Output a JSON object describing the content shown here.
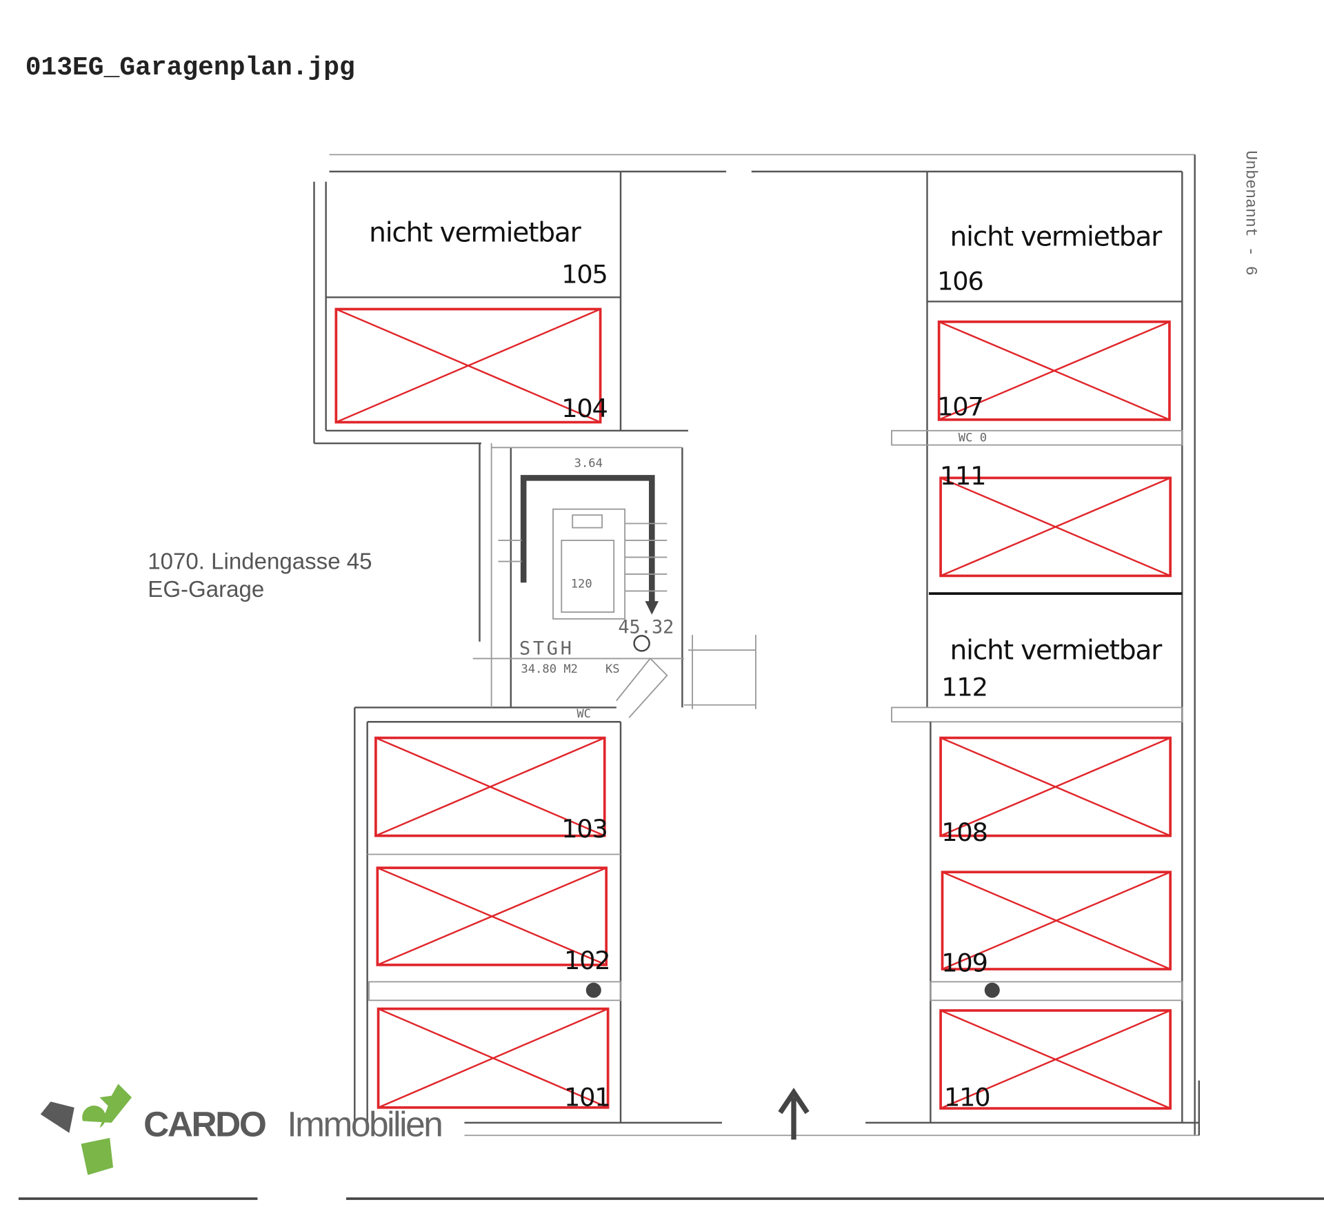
{
  "document": {
    "filename": "013EG_Garagenplan.jpg",
    "side_label": "Unbenannt - 6",
    "address_line1": "1070. Lindengasse 45",
    "address_line2": "EG-Garage"
  },
  "plan": {
    "not_rentable_label": "nicht vermietbar",
    "spaces": {
      "s101": "101",
      "s102": "102",
      "s103": "103",
      "s104": "104",
      "s105": "105",
      "s106": "106",
      "s107": "107",
      "s108": "108",
      "s109": "109",
      "s110": "110",
      "s111": "111",
      "s112": "112"
    },
    "stairwell": {
      "label": "STGH",
      "area": "34.80 M2",
      "height": "45.32",
      "wc_top": "WC 0",
      "wc_bottom": "WC",
      "dim_width": "3.64",
      "dim_120": "120",
      "ks": "KS"
    },
    "marked_color": "#e0262b"
  },
  "logo": {
    "brand_bold": "CARDO",
    "brand_light": "Immobilien",
    "colors": {
      "green": "#7ab648",
      "gray": "#5a5a5a"
    }
  }
}
